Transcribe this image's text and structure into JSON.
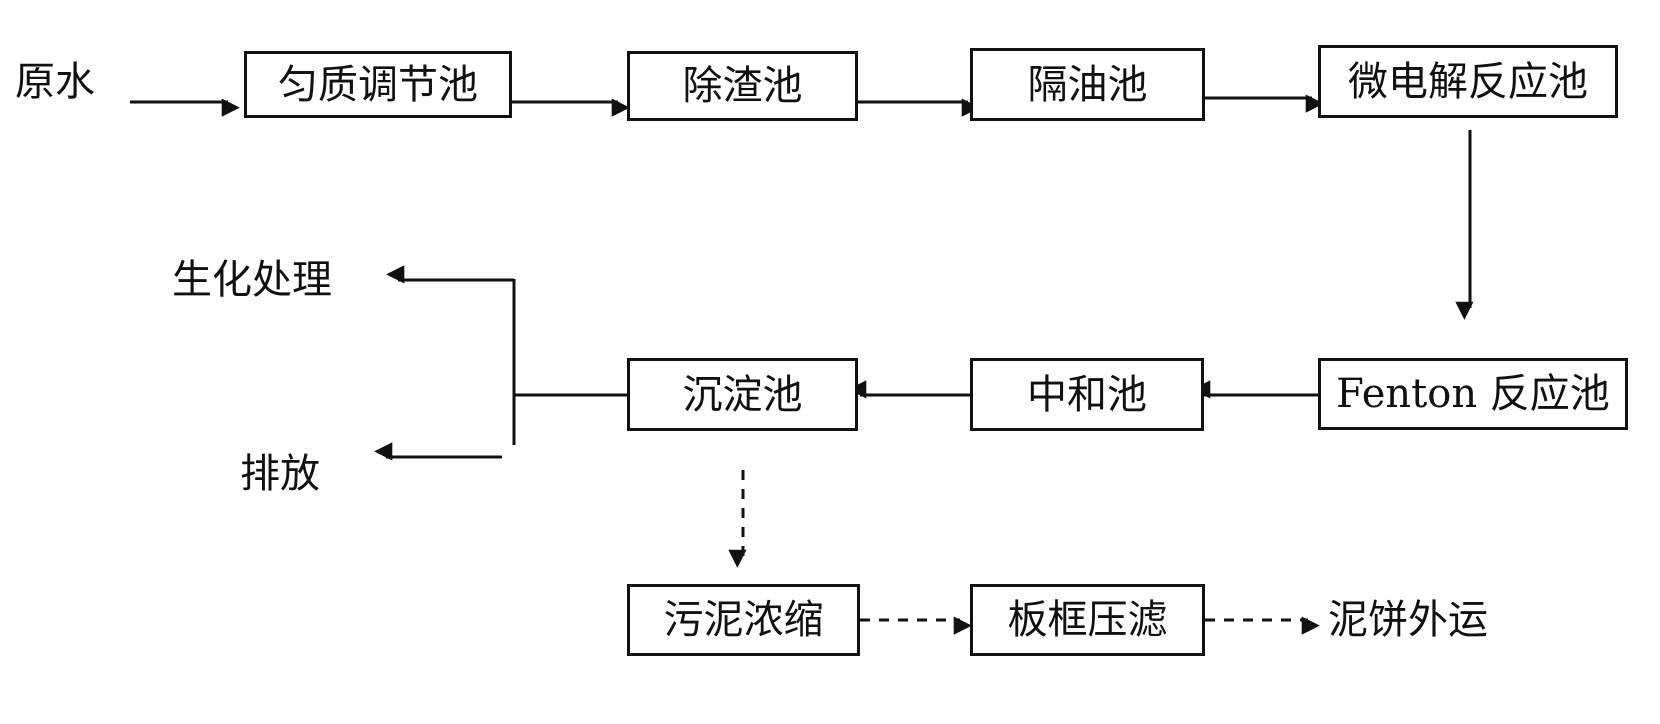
{
  "diagram": {
    "source_label": "原水",
    "nodes": {
      "homogenize": "匀质调节池",
      "slag_removal": "除渣池",
      "oil_separation": "隔油池",
      "micro_electrolysis": "微电解反应池",
      "fenton": "Fenton 反应池",
      "neutralization": "中和池",
      "sedimentation": "沉淀池",
      "sludge_thickening": "污泥浓缩",
      "filter_press": "板框压滤"
    },
    "outputs": {
      "biochemical": "生化处理",
      "discharge": "排放",
      "sludge_cake": "泥饼外运"
    },
    "colors": {
      "line": "#111111",
      "background": "#ffffff"
    }
  }
}
